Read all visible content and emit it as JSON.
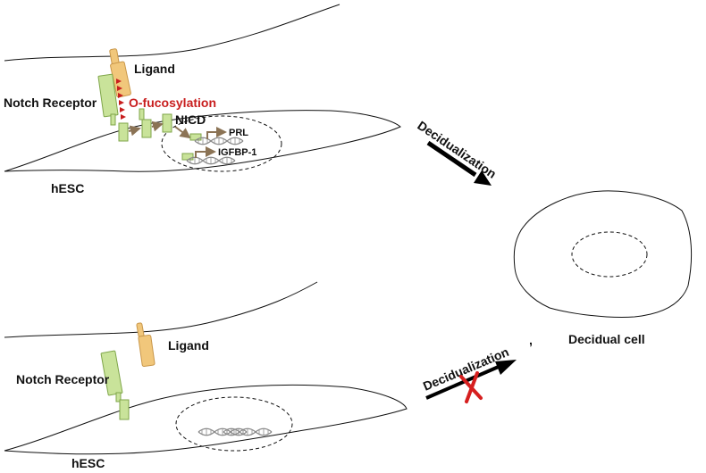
{
  "colors": {
    "receptor_fill": "#c9e39a",
    "receptor_stroke": "#7fa64a",
    "ligand_fill": "#f1c77b",
    "ligand_stroke": "#c9974a",
    "fucose": "#c81e1e",
    "arrow": "#000000",
    "small_arrow": "#8b7355",
    "cross": "#d61f1f",
    "membrane": "#111111",
    "dna": "#8a8a8a"
  },
  "top_panel": {
    "ligand": "Ligand",
    "notch_receptor": "Notch Receptor",
    "o_fucosylation": "O-fucosylation",
    "nicd": "NICD",
    "gene1": "PRL",
    "gene2": "IGFBP-1",
    "cell_label": "hESC"
  },
  "bottom_panel": {
    "ligand": "Ligand",
    "notch_receptor": "Notch Receptor",
    "cell_label": "hESC"
  },
  "right": {
    "arrow_label_top": "Decidualization",
    "arrow_label_bottom": "Decidualization",
    "decidual_cell": "Decidual cell"
  }
}
